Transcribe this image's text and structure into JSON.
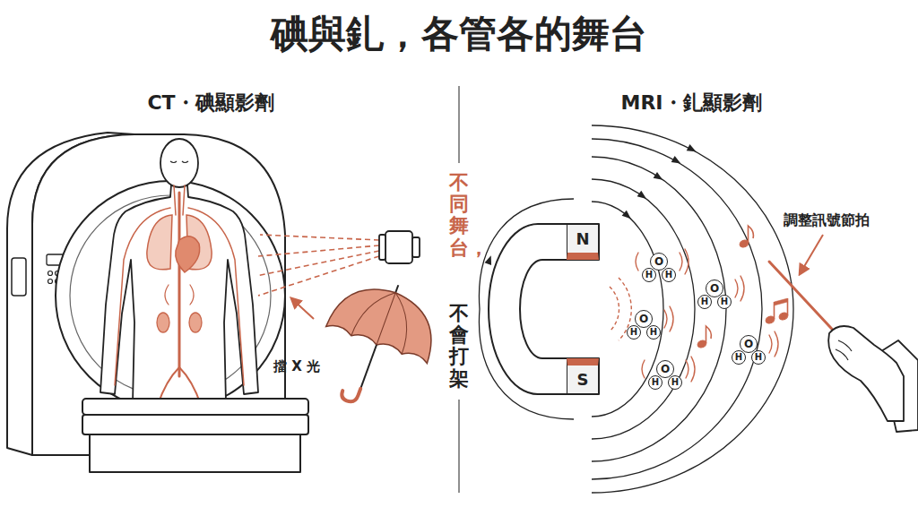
{
  "diagram": {
    "title": "碘與釓，各管各的舞台",
    "nodes": [
      {
        "text": [
          "N"
        ]
      },
      {
        "text": [
          "S"
        ]
      },
      {
        "text": [
          "O"
        ]
      },
      {
        "text": [
          "H"
        ]
      },
      {
        "text": [
          "H"
        ]
      },
      {
        "text": [
          "O"
        ]
      },
      {
        "text": [
          "H"
        ]
      },
      {
        "text": [
          "H"
        ]
      },
      {
        "text": [
          "O"
        ]
      },
      {
        "text": [
          "H"
        ]
      },
      {
        "text": [
          "H"
        ]
      },
      {
        "text": [
          "O"
        ]
      },
      {
        "text": [
          "H"
        ]
      },
      {
        "text": [
          "H"
        ]
      },
      {
        "text": [
          "O"
        ]
      },
      {
        "text": [
          "H"
        ]
      },
      {
        "text": [
          "H"
        ]
      }
    ],
    "labels": [
      "CT・碘顯影劑",
      "MRI・釓顯影劑",
      "不同舞台，",
      "不會打架",
      "擋 X 光",
      "調整訊號節拍"
    ]
  }
}
